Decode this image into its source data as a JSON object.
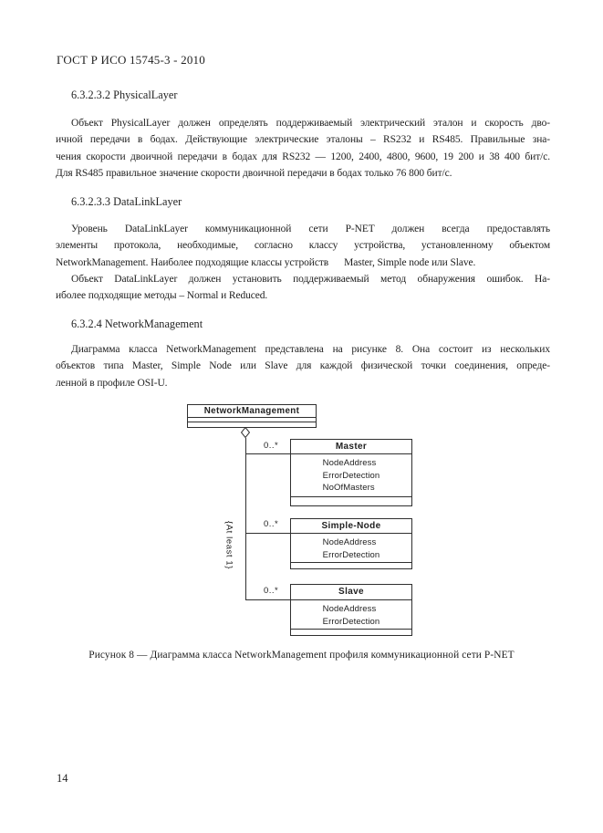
{
  "page": {
    "header": "ГОСТ Р ИСО 15745-3 - 2010",
    "number": "14"
  },
  "sections": [
    {
      "heading": "6.3.2.3.2 PhysicalLayer",
      "paragraphs": [
        {
          "lines": [
            "Объект PhysicalLayer должен определять поддерживаемый электрический эталон и скорость дво-",
            "ичной передачи в бодах. Действующие электрические эталоны –  RS232 и RS485. Правильные зна-",
            "чения скорости двоичной передачи в бодах для RS232 —  1200, 2400, 4800, 9600, 19 200 и 38 400 бит/с.",
            "Для RS485 правильное значение скорости двоичной передачи в бодах только 76 800 бит/с."
          ]
        }
      ]
    },
    {
      "heading": "6.3.2.3.3 DataLinkLayer",
      "paragraphs": [
        {
          "lines": [
            "Уровень DataLinkLayer коммуникационной сети P-NET должен всегда предоставлять",
            "элементы протокола, необходимые, согласно классу устройства, установленному объектом",
            "NetworkManagement. Наиболее подходящие классы устройств   Master, Simple node или Slave."
          ]
        },
        {
          "lines": [
            "Объект DataLinkLayer должен установить поддерживаемый метод обнаружения ошибок. На-",
            "иболее подходящие методы  –  Normal и Reduced."
          ]
        }
      ]
    },
    {
      "heading": "6.3.2.4 NetworkManagement",
      "paragraphs": [
        {
          "lines": [
            "Диаграмма класса NetworkManagement представлена на рисунке 8. Она состоит из нескольких",
            "объектов типа Master, Simple Node или Slave для каждой физической точки соединения, опреде-",
            "ленной в профиле OSI-U."
          ]
        }
      ]
    }
  ],
  "diagram": {
    "root": {
      "name": "NetworkManagement"
    },
    "constraint": "{At least 1}",
    "branches": [
      {
        "multiplicity": "0..*"
      },
      {
        "multiplicity": "0..*"
      },
      {
        "multiplicity": "0..*"
      }
    ],
    "classes": [
      {
        "name": "Master",
        "attributes": [
          "NodeAddress",
          "ErrorDetection",
          "NoOfMasters"
        ]
      },
      {
        "name": "Simple-Node",
        "attributes": [
          "NodeAddress",
          "ErrorDetection"
        ]
      },
      {
        "name": "Slave",
        "attributes": [
          "NodeAddress",
          "ErrorDetection"
        ]
      }
    ]
  },
  "figure": {
    "caption": "Рисунок 8 — Диаграмма класса NetworkManagement профиля коммуникационной сети P-NET"
  },
  "colors": {
    "ink": "#1f1f1f",
    "diagram_line": "#2f2f2f",
    "paper": "#ffffff"
  }
}
